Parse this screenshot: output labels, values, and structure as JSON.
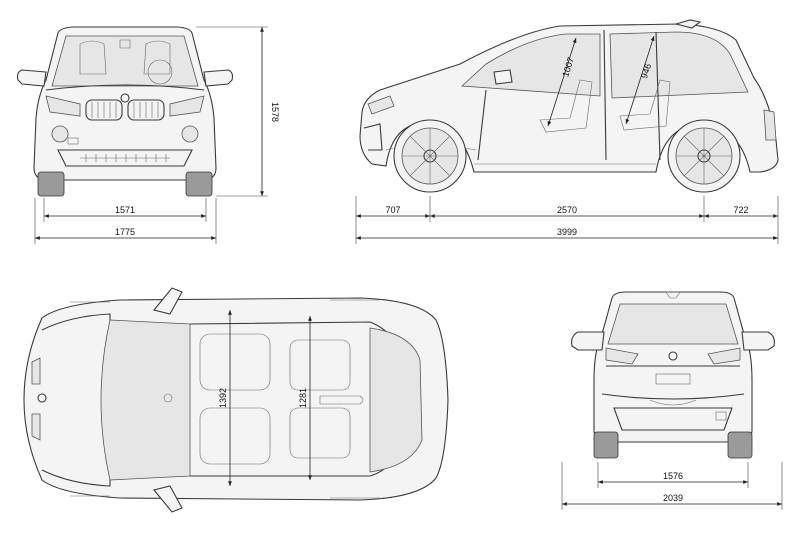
{
  "dimensions": {
    "front_track": "1571",
    "front_width": "1775",
    "height": "1578",
    "front_overhang": "707",
    "wheelbase": "2570",
    "rear_overhang": "722",
    "length": "3999",
    "front_headroom": "1007",
    "rear_headroom": "946",
    "front_shoulder": "1392",
    "rear_shoulder": "1281",
    "rear_track": "1576",
    "mirror_width": "2039"
  },
  "colors": {
    "line": "#3a3a3a",
    "background": "#ffffff"
  }
}
